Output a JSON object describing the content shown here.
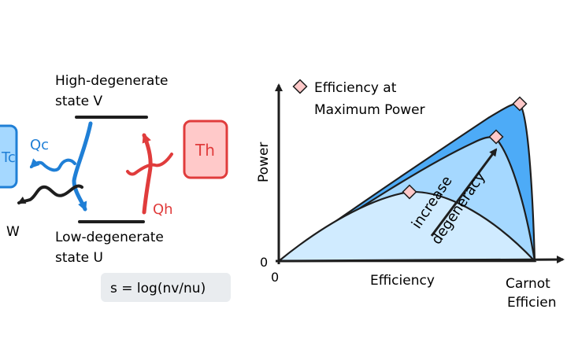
{
  "engine": {
    "high_state_label_line1": "High-degenerate",
    "high_state_label_line2": "state V",
    "low_state_label_line1": "Low-degenerate",
    "low_state_label_line2": "state U",
    "cold_reservoir_label": "Tc",
    "hot_reservoir_label": "Th",
    "cold_heat_label": "Qc",
    "hot_heat_label": "Qh",
    "work_label": "W",
    "formula": "s = log(nv/nu)",
    "colors": {
      "cold": "#1f7fd6",
      "hot": "#e03c3c",
      "hot_fill": "#ffc9c9",
      "cold_fill": "#a5d8ff",
      "formula_bg": "#e9ecef"
    }
  },
  "chart_data": {
    "type": "area",
    "ylabel": "Power",
    "xlabel": "Efficiency",
    "x_end_label_line1": "Carnot",
    "x_end_label_line2": "Efficien",
    "origin_y_label": "0",
    "origin_x_label": "0",
    "legend_label_line1": "Efficiency at",
    "legend_label_line2": "Maximum Power",
    "annotation_line1": "increase",
    "annotation_line2": "degeneracy",
    "series": [
      {
        "color": "#d0ebff"
      },
      {
        "color": "#a5d8ff"
      },
      {
        "color": "#4dabf7"
      }
    ],
    "marker_color": "#ffc9c9"
  }
}
